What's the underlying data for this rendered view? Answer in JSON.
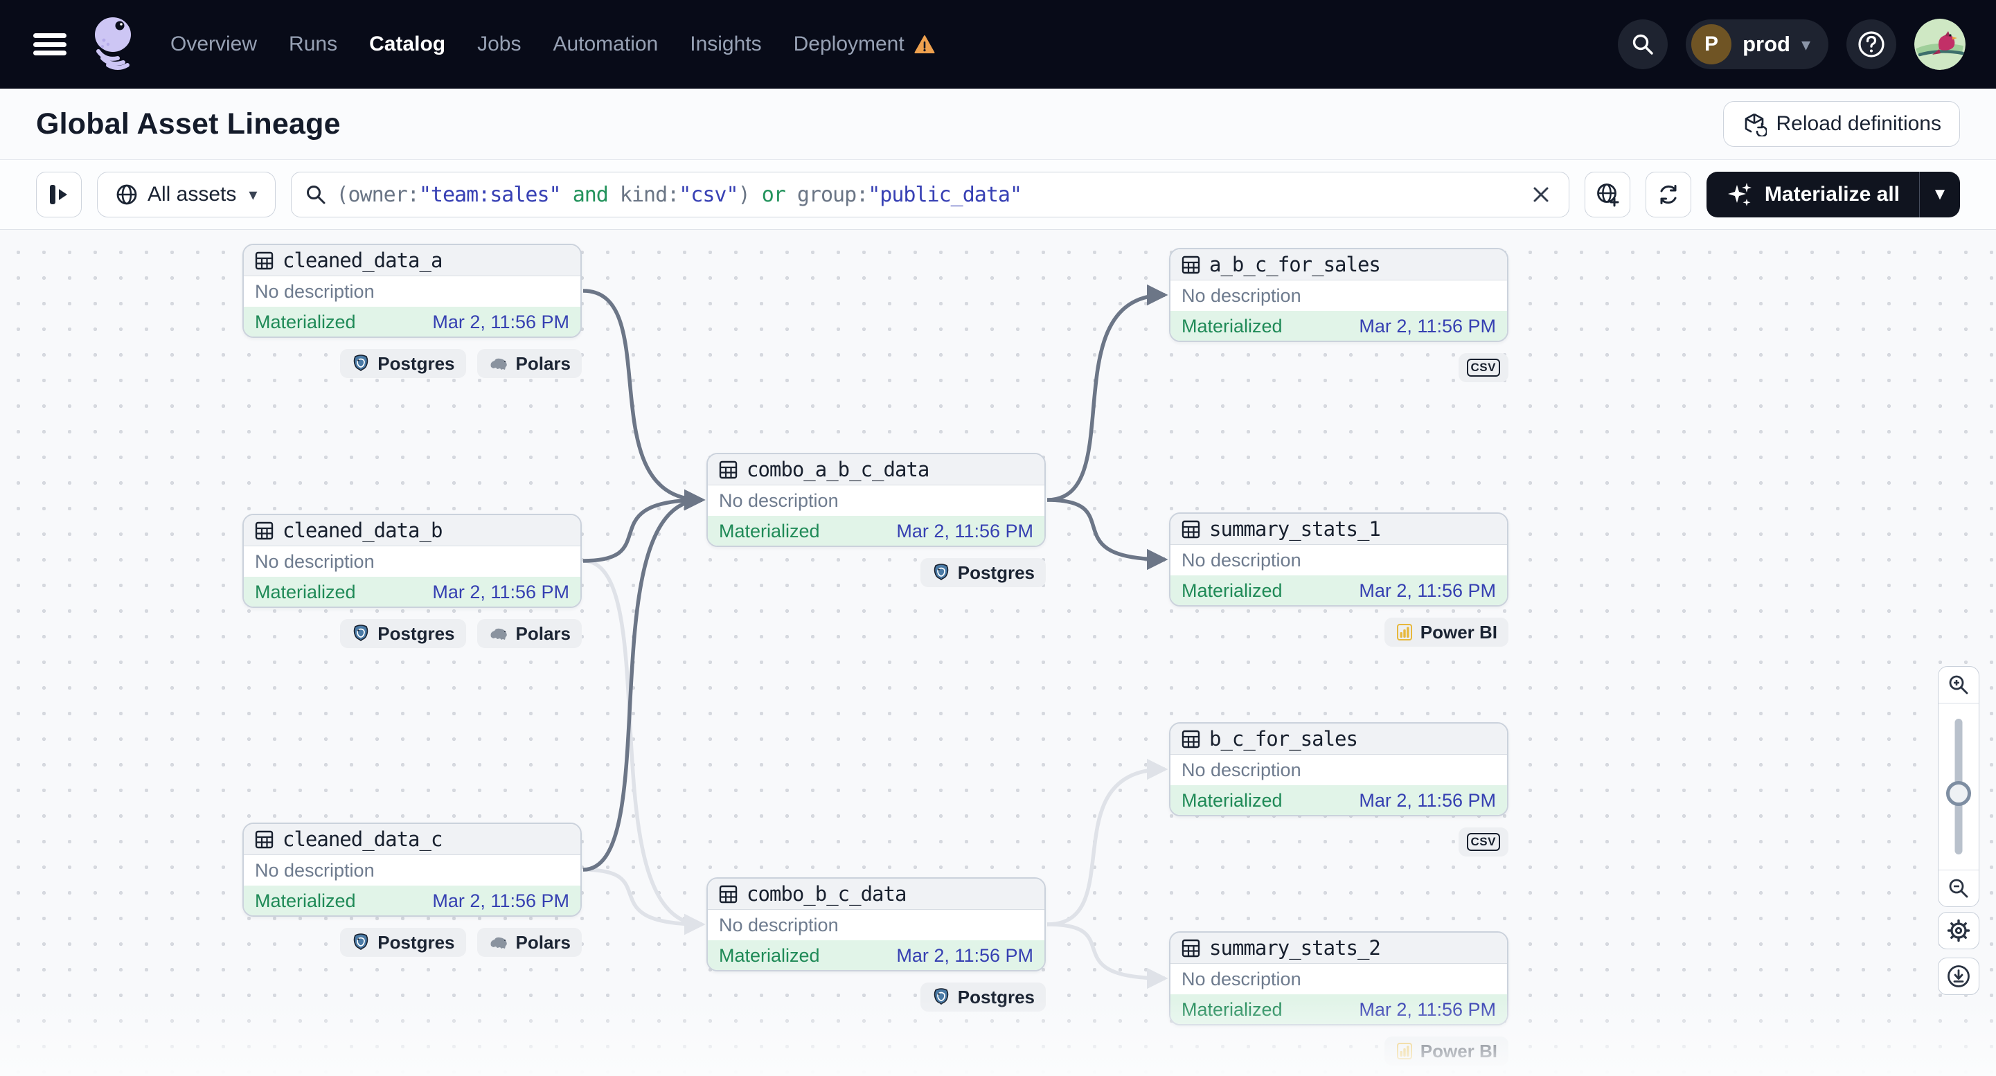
{
  "nav": {
    "items": [
      {
        "label": "Overview",
        "active": false,
        "warning": false
      },
      {
        "label": "Runs",
        "active": false,
        "warning": false
      },
      {
        "label": "Catalog",
        "active": true,
        "warning": false
      },
      {
        "label": "Jobs",
        "active": false,
        "warning": false
      },
      {
        "label": "Automation",
        "active": false,
        "warning": false
      },
      {
        "label": "Insights",
        "active": false,
        "warning": false
      },
      {
        "label": "Deployment",
        "active": false,
        "warning": true
      }
    ],
    "workspace": {
      "initial": "P",
      "name": "prod"
    }
  },
  "header": {
    "title": "Global Asset Lineage",
    "reload_label": "Reload definitions"
  },
  "toolbar": {
    "scope_label": "All assets",
    "query_segments": [
      {
        "text": "(owner:",
        "type": "key"
      },
      {
        "text": "\"team:sales\"",
        "type": "string"
      },
      {
        "text": " ",
        "type": "key"
      },
      {
        "text": "and",
        "type": "op"
      },
      {
        "text": " kind:",
        "type": "key"
      },
      {
        "text": "\"csv\"",
        "type": "string"
      },
      {
        "text": ")",
        "type": "key"
      },
      {
        "text": " ",
        "type": "key"
      },
      {
        "text": "or",
        "type": "op"
      },
      {
        "text": " group:",
        "type": "key"
      },
      {
        "text": "\"public_data\"",
        "type": "string"
      }
    ],
    "materialize_label": "Materialize all"
  },
  "graph": {
    "nodes": [
      {
        "id": "cleaned_data_a",
        "name": "cleaned_data_a",
        "description": "No description",
        "status": "Materialized",
        "timestamp": "Mar 2, 11:56 PM",
        "tags": [
          {
            "label": "Postgres",
            "icon": "postgres"
          },
          {
            "label": "Polars",
            "icon": "polars"
          }
        ]
      },
      {
        "id": "cleaned_data_b",
        "name": "cleaned_data_b",
        "description": "No description",
        "status": "Materialized",
        "timestamp": "Mar 2, 11:56 PM",
        "tags": [
          {
            "label": "Postgres",
            "icon": "postgres"
          },
          {
            "label": "Polars",
            "icon": "polars"
          }
        ]
      },
      {
        "id": "cleaned_data_c",
        "name": "cleaned_data_c",
        "description": "No description",
        "status": "Materialized",
        "timestamp": "Mar 2, 11:56 PM",
        "tags": [
          {
            "label": "Postgres",
            "icon": "postgres"
          },
          {
            "label": "Polars",
            "icon": "polars"
          }
        ]
      },
      {
        "id": "combo_a_b_c_data",
        "name": "combo_a_b_c_data",
        "description": "No description",
        "status": "Materialized",
        "timestamp": "Mar 2, 11:56 PM",
        "tags": [
          {
            "label": "Postgres",
            "icon": "postgres"
          }
        ]
      },
      {
        "id": "combo_b_c_data",
        "name": "combo_b_c_data",
        "description": "No description",
        "status": "Materialized",
        "timestamp": "Mar 2, 11:56 PM",
        "tags": [
          {
            "label": "Postgres",
            "icon": "postgres"
          }
        ]
      },
      {
        "id": "a_b_c_for_sales",
        "name": "a_b_c_for_sales",
        "description": "No description",
        "status": "Materialized",
        "timestamp": "Mar 2, 11:56 PM",
        "tags": [
          {
            "label": "",
            "icon": "csv"
          }
        ]
      },
      {
        "id": "summary_stats_1",
        "name": "summary_stats_1",
        "description": "No description",
        "status": "Materialized",
        "timestamp": "Mar 2, 11:56 PM",
        "tags": [
          {
            "label": "Power BI",
            "icon": "powerbi"
          }
        ]
      },
      {
        "id": "b_c_for_sales",
        "name": "b_c_for_sales",
        "description": "No description",
        "status": "Materialized",
        "timestamp": "Mar 2, 11:56 PM",
        "tags": [
          {
            "label": "",
            "icon": "csv"
          }
        ]
      },
      {
        "id": "summary_stats_2",
        "name": "summary_stats_2",
        "description": "No description",
        "status": "Materialized",
        "timestamp": "Mar 2, 11:56 PM",
        "tags": [
          {
            "label": "Power BI",
            "icon": "powerbi"
          }
        ]
      }
    ],
    "edges": [
      {
        "from": "cleaned_data_b",
        "to": "combo_b_c_data",
        "style": "faint"
      },
      {
        "from": "cleaned_data_c",
        "to": "combo_b_c_data",
        "style": "faint"
      },
      {
        "from": "combo_b_c_data",
        "to": "b_c_for_sales",
        "style": "faint"
      },
      {
        "from": "combo_b_c_data",
        "to": "summary_stats_2",
        "style": "faint"
      },
      {
        "from": "cleaned_data_a",
        "to": "combo_a_b_c_data",
        "style": "strong"
      },
      {
        "from": "cleaned_data_b",
        "to": "combo_a_b_c_data",
        "style": "strong"
      },
      {
        "from": "cleaned_data_c",
        "to": "combo_a_b_c_data",
        "style": "strong"
      },
      {
        "from": "combo_a_b_c_data",
        "to": "a_b_c_for_sales",
        "style": "strong"
      },
      {
        "from": "combo_a_b_c_data",
        "to": "summary_stats_1",
        "style": "strong"
      }
    ]
  },
  "colors": {
    "edge_strong": "#6c7687",
    "edge_faint": "#dfe2e8",
    "status_green": "#1f8a57",
    "timestamp_blue": "#3640b2",
    "warning_orange": "#efa14e"
  },
  "viewport_controls": {
    "icons": [
      "zoom-in",
      "zoom-slider",
      "zoom-out",
      "settings-gear",
      "download"
    ]
  }
}
